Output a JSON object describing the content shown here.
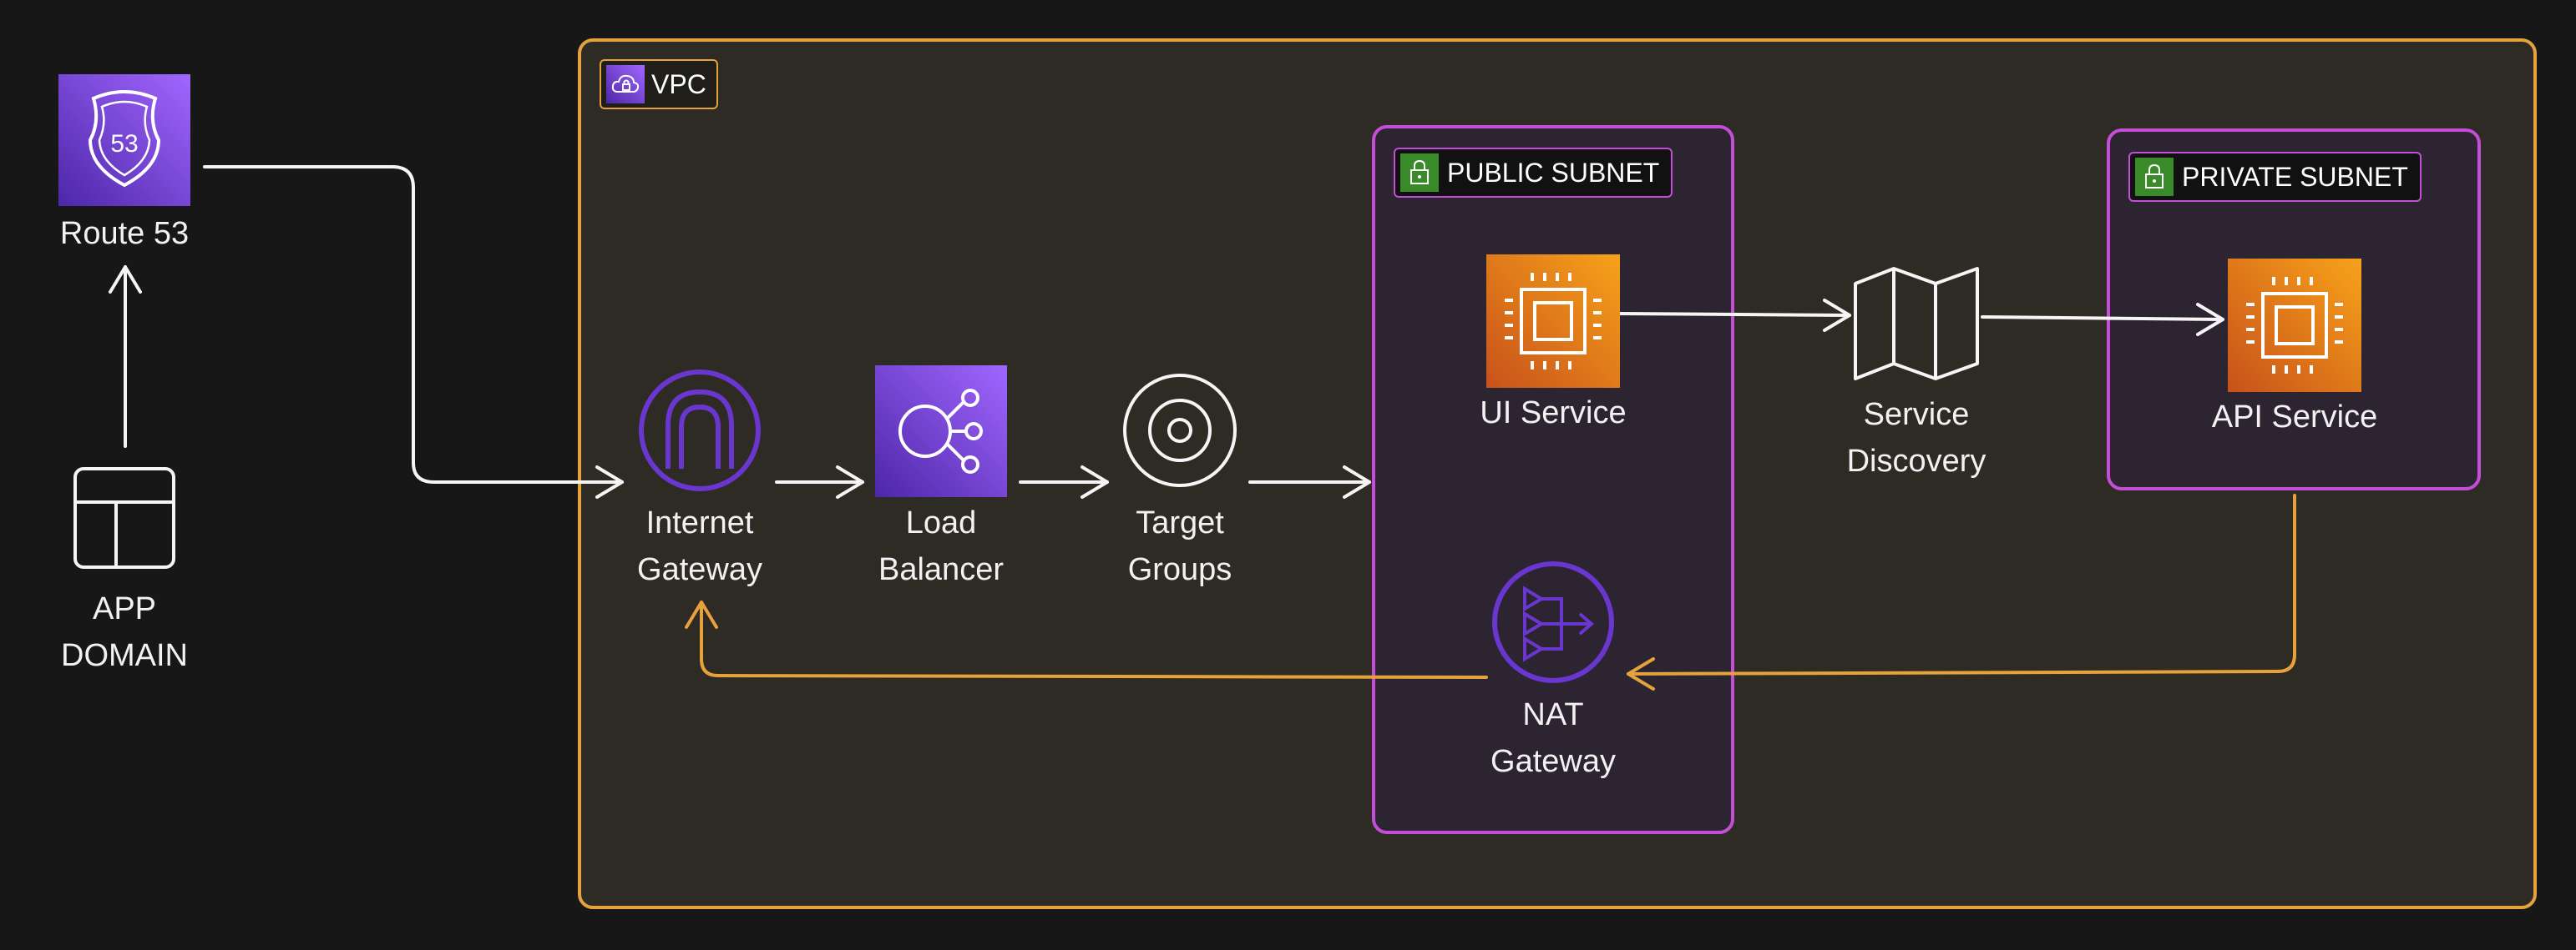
{
  "colors": {
    "background": "#171717",
    "vpc_fill": "#2e2b25",
    "vpc_border": "#e6a23c",
    "subnet_border": "#c44ed7",
    "subnet_fill": "#2d2432",
    "arrow": "#f5f5f5",
    "return_arrow": "#e6a23c",
    "aws_purple": "#7b3fe4",
    "aws_orange": "#ed7c16",
    "aws_green": "#3a8a2a"
  },
  "icons": {
    "route53": "route53-icon",
    "app_domain": "app-layout-icon",
    "internet_gateway": "internet-gateway-icon",
    "load_balancer": "load-balancer-icon",
    "target_groups": "target-icon",
    "ui_service": "chip-icon",
    "api_service": "chip-icon",
    "service_discovery": "map-icon",
    "nat_gateway": "nat-gateway-icon",
    "vpc": "vpc-cloud-icon",
    "subnet": "lock-icon"
  },
  "containers": {
    "vpc": "VPC",
    "public_subnet": "PUBLIC SUBNET",
    "private_subnet": "PRIVATE SUBNET"
  },
  "nodes": {
    "route53": "Route 53",
    "app_domain": "APP\nDOMAIN",
    "internet_gateway": "Internet\nGateway",
    "load_balancer": "Load\nBalancer",
    "target_groups": "Target\nGroups",
    "ui_service": "UI Service",
    "service_discovery": "Service\nDiscovery",
    "api_service": "API Service",
    "nat_gateway": "NAT\nGateway"
  }
}
